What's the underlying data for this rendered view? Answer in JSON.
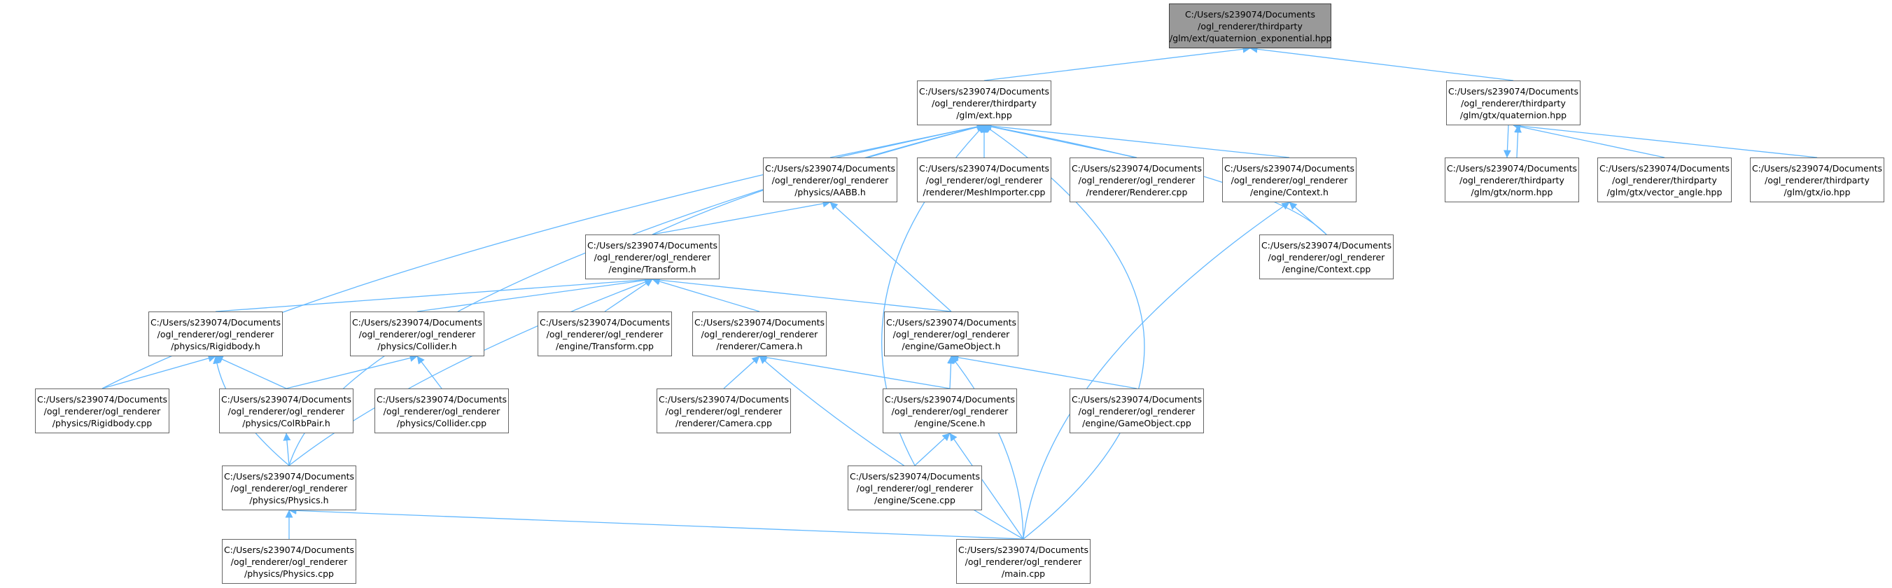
{
  "colors": {
    "edge": "#63b8ff",
    "node_border": "#666666",
    "root_fill": "#999999"
  },
  "nodes": [
    {
      "id": "root",
      "lines": [
        "C:/Users/s239074/Documents",
        "/ogl_renderer/thirdparty",
        "/glm/ext/quaternion_exponential.hpp"
      ]
    },
    {
      "id": "ext",
      "lines": [
        "C:/Users/s239074/Documents",
        "/ogl_renderer/thirdparty",
        "/glm/ext.hpp"
      ]
    },
    {
      "id": "gtxquat",
      "lines": [
        "C:/Users/s239074/Documents",
        "/ogl_renderer/thirdparty",
        "/glm/gtx/quaternion.hpp"
      ]
    },
    {
      "id": "aabb",
      "lines": [
        "C:/Users/s239074/Documents",
        "/ogl_renderer/ogl_renderer",
        "/physics/AABB.h"
      ]
    },
    {
      "id": "meshimp",
      "lines": [
        "C:/Users/s239074/Documents",
        "/ogl_renderer/ogl_renderer",
        "/renderer/MeshImporter.cpp"
      ]
    },
    {
      "id": "renderercpp",
      "lines": [
        "C:/Users/s239074/Documents",
        "/ogl_renderer/ogl_renderer",
        "/renderer/Renderer.cpp"
      ]
    },
    {
      "id": "contexth",
      "lines": [
        "C:/Users/s239074/Documents",
        "/ogl_renderer/ogl_renderer",
        "/engine/Context.h"
      ]
    },
    {
      "id": "norm",
      "lines": [
        "C:/Users/s239074/Documents",
        "/ogl_renderer/thirdparty",
        "/glm/gtx/norm.hpp"
      ]
    },
    {
      "id": "vecangle",
      "lines": [
        "C:/Users/s239074/Documents",
        "/ogl_renderer/thirdparty",
        "/glm/gtx/vector_angle.hpp"
      ]
    },
    {
      "id": "io",
      "lines": [
        "C:/Users/s239074/Documents",
        "/ogl_renderer/thirdparty",
        "/glm/gtx/io.hpp"
      ]
    },
    {
      "id": "transformh",
      "lines": [
        "C:/Users/s239074/Documents",
        "/ogl_renderer/ogl_renderer",
        "/engine/Transform.h"
      ]
    },
    {
      "id": "contextcpp",
      "lines": [
        "C:/Users/s239074/Documents",
        "/ogl_renderer/ogl_renderer",
        "/engine/Context.cpp"
      ]
    },
    {
      "id": "rigidbodyh",
      "lines": [
        "C:/Users/s239074/Documents",
        "/ogl_renderer/ogl_renderer",
        "/physics/Rigidbody.h"
      ]
    },
    {
      "id": "colliderh",
      "lines": [
        "C:/Users/s239074/Documents",
        "/ogl_renderer/ogl_renderer",
        "/physics/Collider.h"
      ]
    },
    {
      "id": "transformcpp",
      "lines": [
        "C:/Users/s239074/Documents",
        "/ogl_renderer/ogl_renderer",
        "/engine/Transform.cpp"
      ]
    },
    {
      "id": "camerah",
      "lines": [
        "C:/Users/s239074/Documents",
        "/ogl_renderer/ogl_renderer",
        "/renderer/Camera.h"
      ]
    },
    {
      "id": "gameobjecth",
      "lines": [
        "C:/Users/s239074/Documents",
        "/ogl_renderer/ogl_renderer",
        "/engine/GameObject.h"
      ]
    },
    {
      "id": "rigidbodycpp",
      "lines": [
        "C:/Users/s239074/Documents",
        "/ogl_renderer/ogl_renderer",
        "/physics/Rigidbody.cpp"
      ]
    },
    {
      "id": "colrbpair",
      "lines": [
        "C:/Users/s239074/Documents",
        "/ogl_renderer/ogl_renderer",
        "/physics/ColRbPair.h"
      ]
    },
    {
      "id": "collidercpp",
      "lines": [
        "C:/Users/s239074/Documents",
        "/ogl_renderer/ogl_renderer",
        "/physics/Collider.cpp"
      ]
    },
    {
      "id": "cameracpp",
      "lines": [
        "C:/Users/s239074/Documents",
        "/ogl_renderer/ogl_renderer",
        "/renderer/Camera.cpp"
      ]
    },
    {
      "id": "sceneh",
      "lines": [
        "C:/Users/s239074/Documents",
        "/ogl_renderer/ogl_renderer",
        "/engine/Scene.h"
      ]
    },
    {
      "id": "gameobjectcpp",
      "lines": [
        "C:/Users/s239074/Documents",
        "/ogl_renderer/ogl_renderer",
        "/engine/GameObject.cpp"
      ]
    },
    {
      "id": "physicsh",
      "lines": [
        "C:/Users/s239074/Documents",
        "/ogl_renderer/ogl_renderer",
        "/physics/Physics.h"
      ]
    },
    {
      "id": "scenecpp",
      "lines": [
        "C:/Users/s239074/Documents",
        "/ogl_renderer/ogl_renderer",
        "/engine/Scene.cpp"
      ]
    },
    {
      "id": "physicscpp",
      "lines": [
        "C:/Users/s239074/Documents",
        "/ogl_renderer/ogl_renderer",
        "/physics/Physics.cpp"
      ]
    },
    {
      "id": "maincpp",
      "lines": [
        "C:/Users/s239074/Documents",
        "/ogl_renderer/ogl_renderer",
        "/main.cpp"
      ]
    }
  ],
  "edges": [
    [
      "ext",
      "root"
    ],
    [
      "gtxquat",
      "root"
    ],
    [
      "aabb",
      "ext"
    ],
    [
      "meshimp",
      "ext"
    ],
    [
      "renderercpp",
      "ext"
    ],
    [
      "contexth",
      "ext"
    ],
    [
      "contextcpp",
      "ext"
    ],
    [
      "transformh",
      "ext"
    ],
    [
      "rigidbodycpp",
      "ext"
    ],
    [
      "physicsh",
      "ext"
    ],
    [
      "scenecpp",
      "ext"
    ],
    [
      "maincpp",
      "ext"
    ],
    [
      "norm",
      "gtxquat"
    ],
    [
      "gtxquat",
      "norm"
    ],
    [
      "vecangle",
      "gtxquat"
    ],
    [
      "io",
      "gtxquat"
    ],
    [
      "transformh",
      "aabb"
    ],
    [
      "gameobjecth",
      "aabb"
    ],
    [
      "contextcpp",
      "contexth"
    ],
    [
      "maincpp",
      "contexth"
    ],
    [
      "rigidbodyh",
      "transformh"
    ],
    [
      "colliderh",
      "transformh"
    ],
    [
      "transformcpp",
      "transformh"
    ],
    [
      "camerah",
      "transformh"
    ],
    [
      "gameobjecth",
      "transformh"
    ],
    [
      "physicsh",
      "transformh"
    ],
    [
      "rigidbodycpp",
      "rigidbodyh"
    ],
    [
      "colrbpair",
      "rigidbodyh"
    ],
    [
      "physicsh",
      "rigidbodyh"
    ],
    [
      "colrbpair",
      "colliderh"
    ],
    [
      "collidercpp",
      "colliderh"
    ],
    [
      "cameracpp",
      "camerah"
    ],
    [
      "sceneh",
      "camerah"
    ],
    [
      "maincpp",
      "camerah"
    ],
    [
      "sceneh",
      "gameobjecth"
    ],
    [
      "gameobjectcpp",
      "gameobjecth"
    ],
    [
      "maincpp",
      "gameobjecth"
    ],
    [
      "physicsh",
      "colrbpair"
    ],
    [
      "scenecpp",
      "sceneh"
    ],
    [
      "maincpp",
      "sceneh"
    ],
    [
      "physicscpp",
      "physicsh"
    ],
    [
      "maincpp",
      "physicsh"
    ]
  ]
}
